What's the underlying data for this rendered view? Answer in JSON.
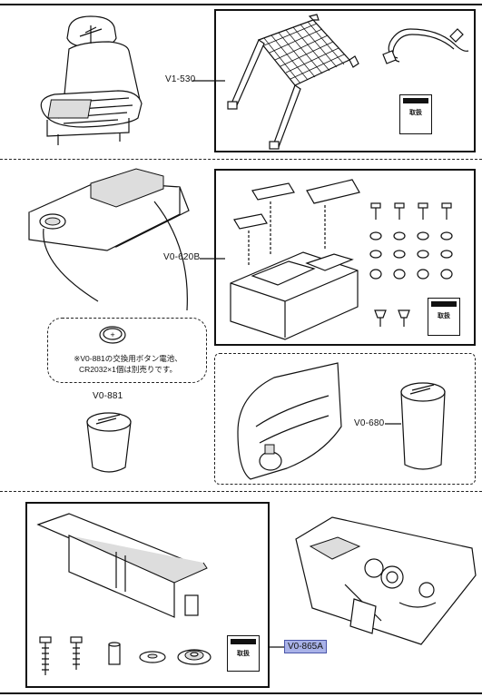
{
  "labels": {
    "v1_530": "V1-530",
    "v0_620b": "V0-620B",
    "v0_881": "V0-881",
    "v0_680": "V0-680",
    "v0_865a": "V0-865A"
  },
  "manual_text": "取扱",
  "note": {
    "line1": "※V0-881の交換用ボタン電池、",
    "line2": "CR2032×1個は別売りです。"
  },
  "colors": {
    "highlight": "#a9b2e8",
    "line": "#111111"
  }
}
